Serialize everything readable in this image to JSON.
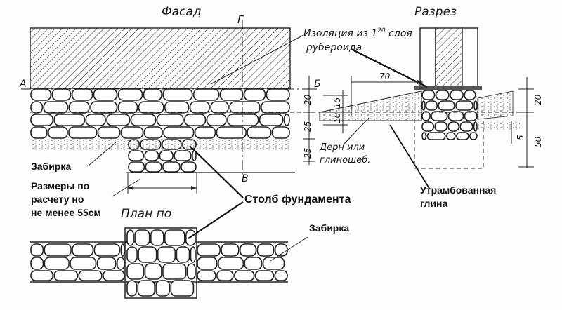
{
  "views": {
    "facade_title": "Фасад",
    "section_title": "Разрез",
    "plan_title": "План по"
  },
  "section_marks": {
    "g": "Г",
    "a": "А",
    "b": "Б",
    "v": "В"
  },
  "labels": {
    "insulation_line1": "Изоляция из 1",
    "insulation_fraction": "20",
    "insulation_line1_tail": " слоя",
    "insulation_line2": "рубероида",
    "turf": "Дерн или",
    "clay": "глинощеб.",
    "pillar": "Столб фундамента",
    "compacted_line1": "Утрамбованная",
    "compacted_line2": "глина",
    "infill_facade": "Забирка",
    "sizes_line1": "Размеры по",
    "sizes_line2": "расчету но",
    "sizes_line3": "не менее 55см",
    "infill_plan": "Забирка"
  },
  "dimensions": {
    "facade_20": "20",
    "facade_25a": "25",
    "facade_25b": "25",
    "section_70": "70",
    "section_15": "15",
    "section_10": "10",
    "section_20": "20",
    "section_5": "5",
    "section_50": "50"
  },
  "colors": {
    "ink": "#1f1f1f",
    "paper": "#fdfdfb"
  }
}
